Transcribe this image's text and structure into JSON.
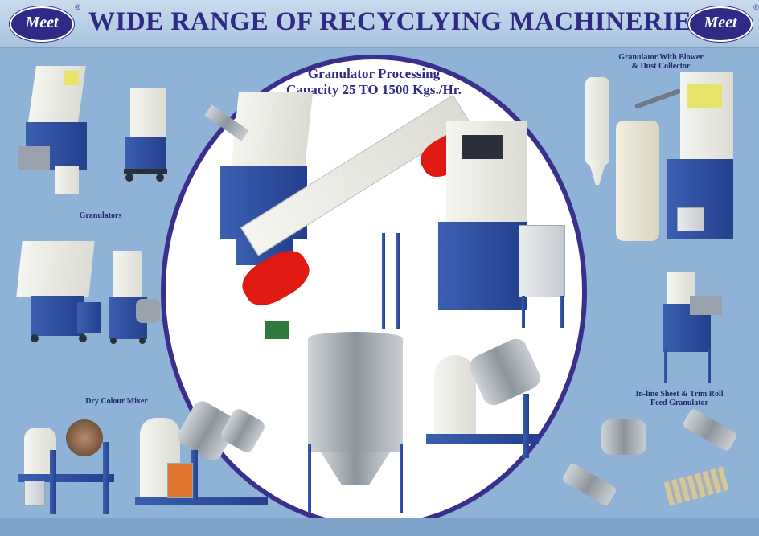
{
  "header": {
    "title": "WIDE RANGE OF RECYCLYING MACHINERIES",
    "logo_text": "Meet",
    "registered_mark": "®"
  },
  "labels": {
    "granulators": "Granulators",
    "dry_colour_mixer": "Dry Colour Mixer",
    "processing_line1": "Granulator Processing",
    "processing_line2": "Capacity 25 TO 1500 Kgs./Hr.",
    "blower_line1": "Granulator With Blower",
    "blower_line2": "& Dust Collector",
    "inline_line1": "In-line Sheet & Trim Roll",
    "inline_line2": "Feed Granulator"
  },
  "colors": {
    "brand_navy": "#2e2a86",
    "background_blue": "#8fb3d6",
    "machine_blue": "#2f4fa0",
    "conveyor_red": "#e01a12"
  }
}
